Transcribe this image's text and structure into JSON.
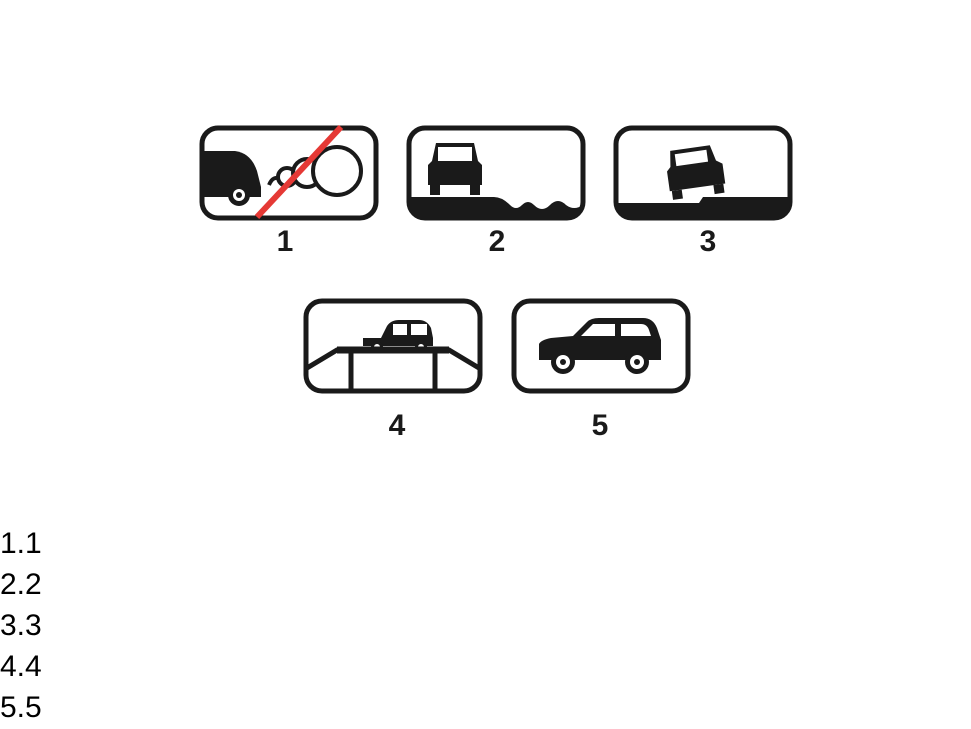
{
  "signs": [
    {
      "number": "1",
      "icon": "exhaust-smoke-prohibited-icon"
    },
    {
      "number": "2",
      "icon": "car-on-rough-road-icon"
    },
    {
      "number": "3",
      "icon": "car-on-tilted-road-icon"
    },
    {
      "number": "4",
      "icon": "car-on-ramp-icon"
    },
    {
      "number": "5",
      "icon": "passenger-car-icon"
    }
  ],
  "options": [
    "1.1",
    "2.2",
    "3.3",
    "4.4",
    "5.5"
  ],
  "colors": {
    "ink": "#1a1a1a",
    "prohibition": "#e53935",
    "background": "#ffffff"
  }
}
